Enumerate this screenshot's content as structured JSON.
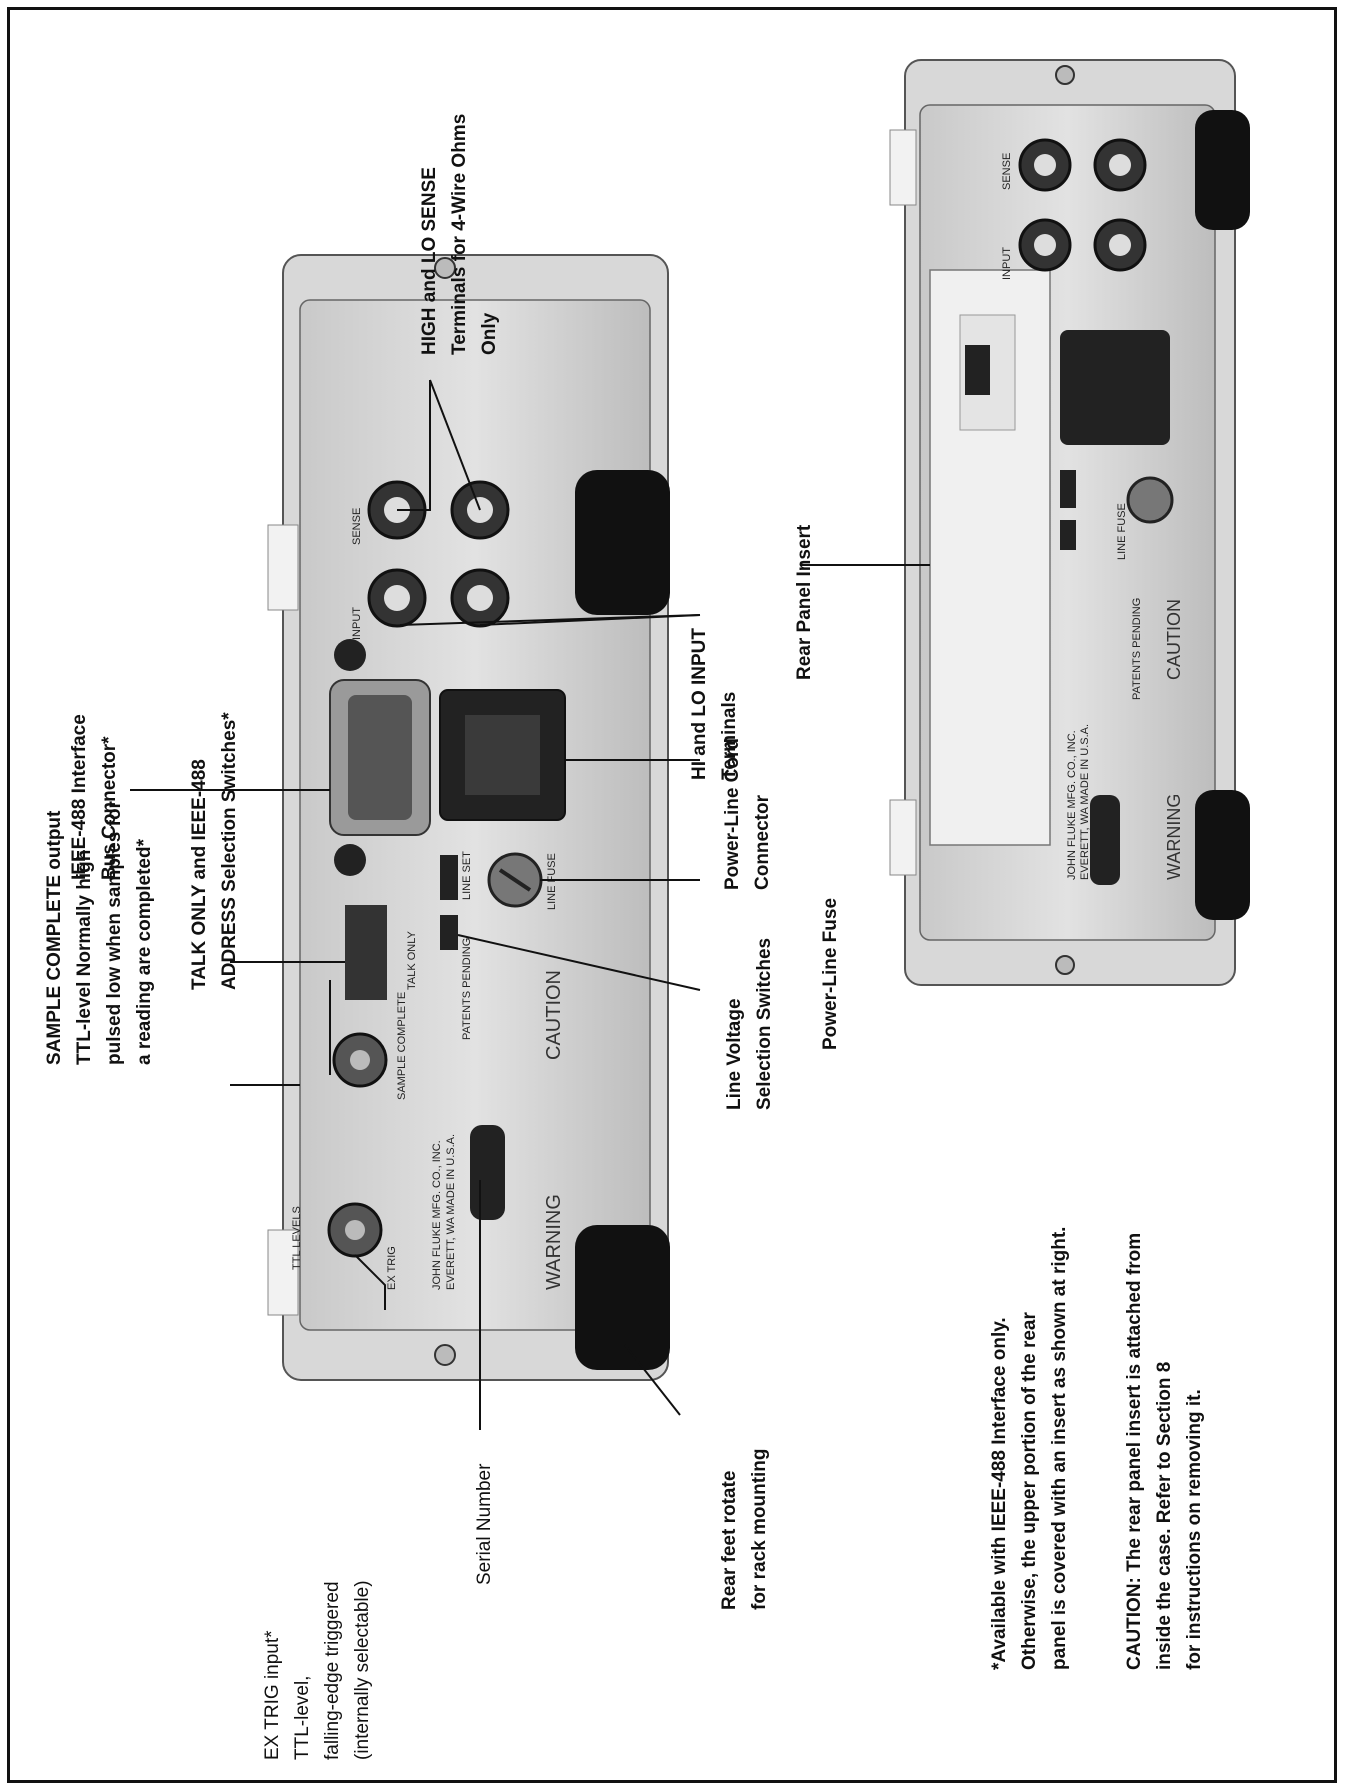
{
  "callouts": {
    "sample_complete": [
      "SAMPLE COMPLETE output",
      "TTL-level Normally high",
      "pulsed low when samples for",
      "a reading are completed*"
    ],
    "talk_only": [
      "TALK ONLY and IEEE-488",
      "ADDRESS Selection Switches*"
    ],
    "ieee_connector": [
      "IEEE-488 Interface",
      "Bus Connector*"
    ],
    "hi_lo_sense": [
      "HIGH and LO SENSE",
      "Terminals for 4-Wire Ohms",
      "Only"
    ],
    "ex_trig": [
      "EX TRIG input*",
      "TTL-level,",
      "falling-edge triggered",
      "(internally selectable)"
    ],
    "serial_number": "Serial Number",
    "rear_feet": [
      "Rear feet rotate",
      "for rack mounting"
    ],
    "line_voltage": [
      "Line Voltage",
      "Selection Switches"
    ],
    "power_line_fuse": "Power-Line Fuse",
    "power_cord": [
      "Power-Line Cord",
      "Connector"
    ],
    "hi_lo_input": [
      "HI and LO INPUT",
      "Terminals"
    ],
    "rear_panel_insert": "Rear Panel Insert"
  },
  "notes": {
    "available": [
      "*Available with IEEE-488 Interface only.",
      "Otherwise, the upper portion of the rear",
      "panel is covered with an insert as shown at right."
    ],
    "caution": [
      "CAUTION: The rear panel insert is attached from",
      "inside the case. Refer to Section 8",
      "for instructions on removing it."
    ]
  },
  "panel_text": {
    "warning": "WARNING",
    "caution": "CAUTION",
    "input": "INPUT",
    "sense": "SENSE",
    "line_fuse": "LINE FUSE",
    "line_set": "LINE SET",
    "talk_only": "TALK ONLY",
    "sample_complete": "SAMPLE COMPLETE",
    "ex_trig": "EX TRIG",
    "ttl_levels": "TTL LEVELS",
    "patents_pending": "PATENTS PENDING",
    "maker": "JOHN FLUKE MFG. CO., INC.",
    "made_in": "EVERETT, WA MADE IN U.S.A."
  }
}
